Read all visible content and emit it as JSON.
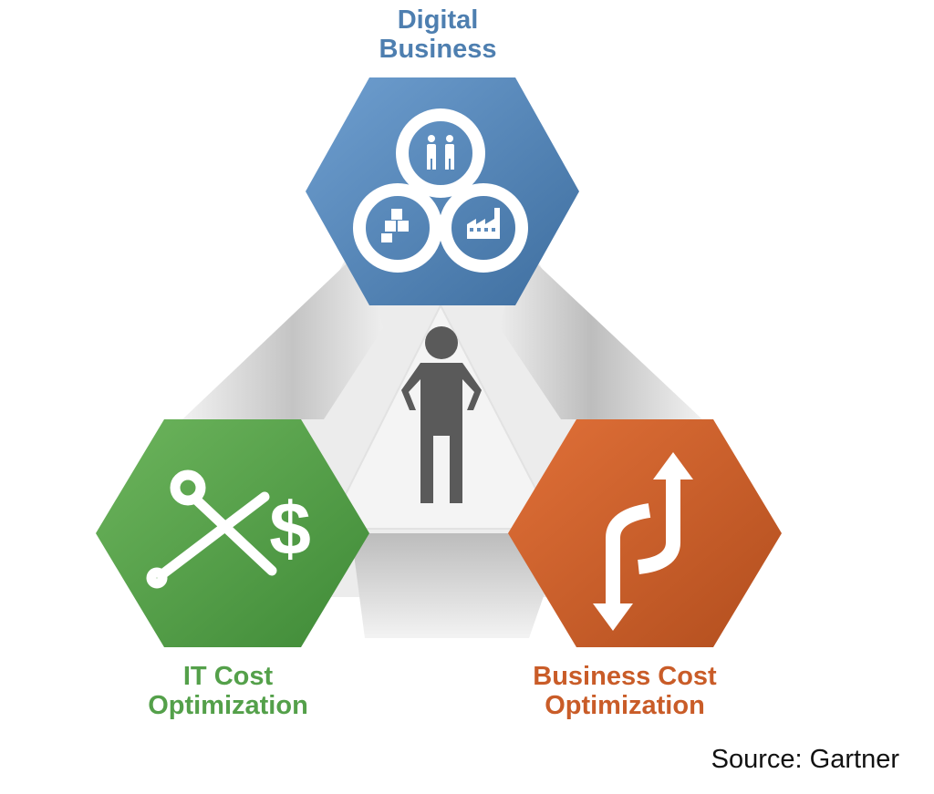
{
  "nodes": {
    "digital_business": {
      "line1": "Digital",
      "line2": "Business",
      "color": "#4e7fb0"
    },
    "it_cost": {
      "line1": "IT Cost",
      "line2": "Optimization",
      "color": "#54a04a"
    },
    "business_cost": {
      "line1": "Business Cost",
      "line2": "Optimization",
      "color": "#c95c28"
    }
  },
  "center": {
    "icon": "person-icon",
    "color": "#5a5a5a"
  },
  "icons": {
    "digital_business": "triquetra-people-boxes-factory-icon",
    "it_cost": "scissors-dollar-icon",
    "business_cost": "up-down-arrows-icon"
  },
  "source": "Source: Gartner"
}
